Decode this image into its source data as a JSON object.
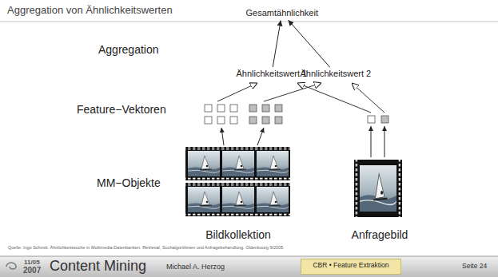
{
  "diagram": {
    "title": "Aggregation von Ähnlichkeitswerten",
    "nodes": [
      {
        "text": [
          "Gesamtähnlichkeit"
        ]
      },
      {
        "text": [
          "Ähnlichkeitswert 1"
        ]
      },
      {
        "text": [
          "Ähnlichkeitswert 2"
        ]
      },
      {
        "text": [
          "CBR • Feature Extraktion"
        ]
      }
    ],
    "edges": [
      {
        "from": 1,
        "to": 0,
        "arrow": "to"
      },
      {
        "from": 2,
        "to": 0,
        "arrow": "to"
      }
    ],
    "labels": [
      "Aggregation",
      "Feature−Vektoren",
      "MM−Objekte",
      "Bildkollektion",
      "Anfragebild",
      "Quelle: Ingo Schmitt. Ähnlichkeitssuche in Multimedia-Datenbanken. Retrieval, Suchalgorithmen und Anfragebehandlung. Oldenbourg 9/2005",
      "11/05",
      "2007",
      "Content Mining",
      "Michael A. Herzog",
      "Seite 24"
    ]
  }
}
